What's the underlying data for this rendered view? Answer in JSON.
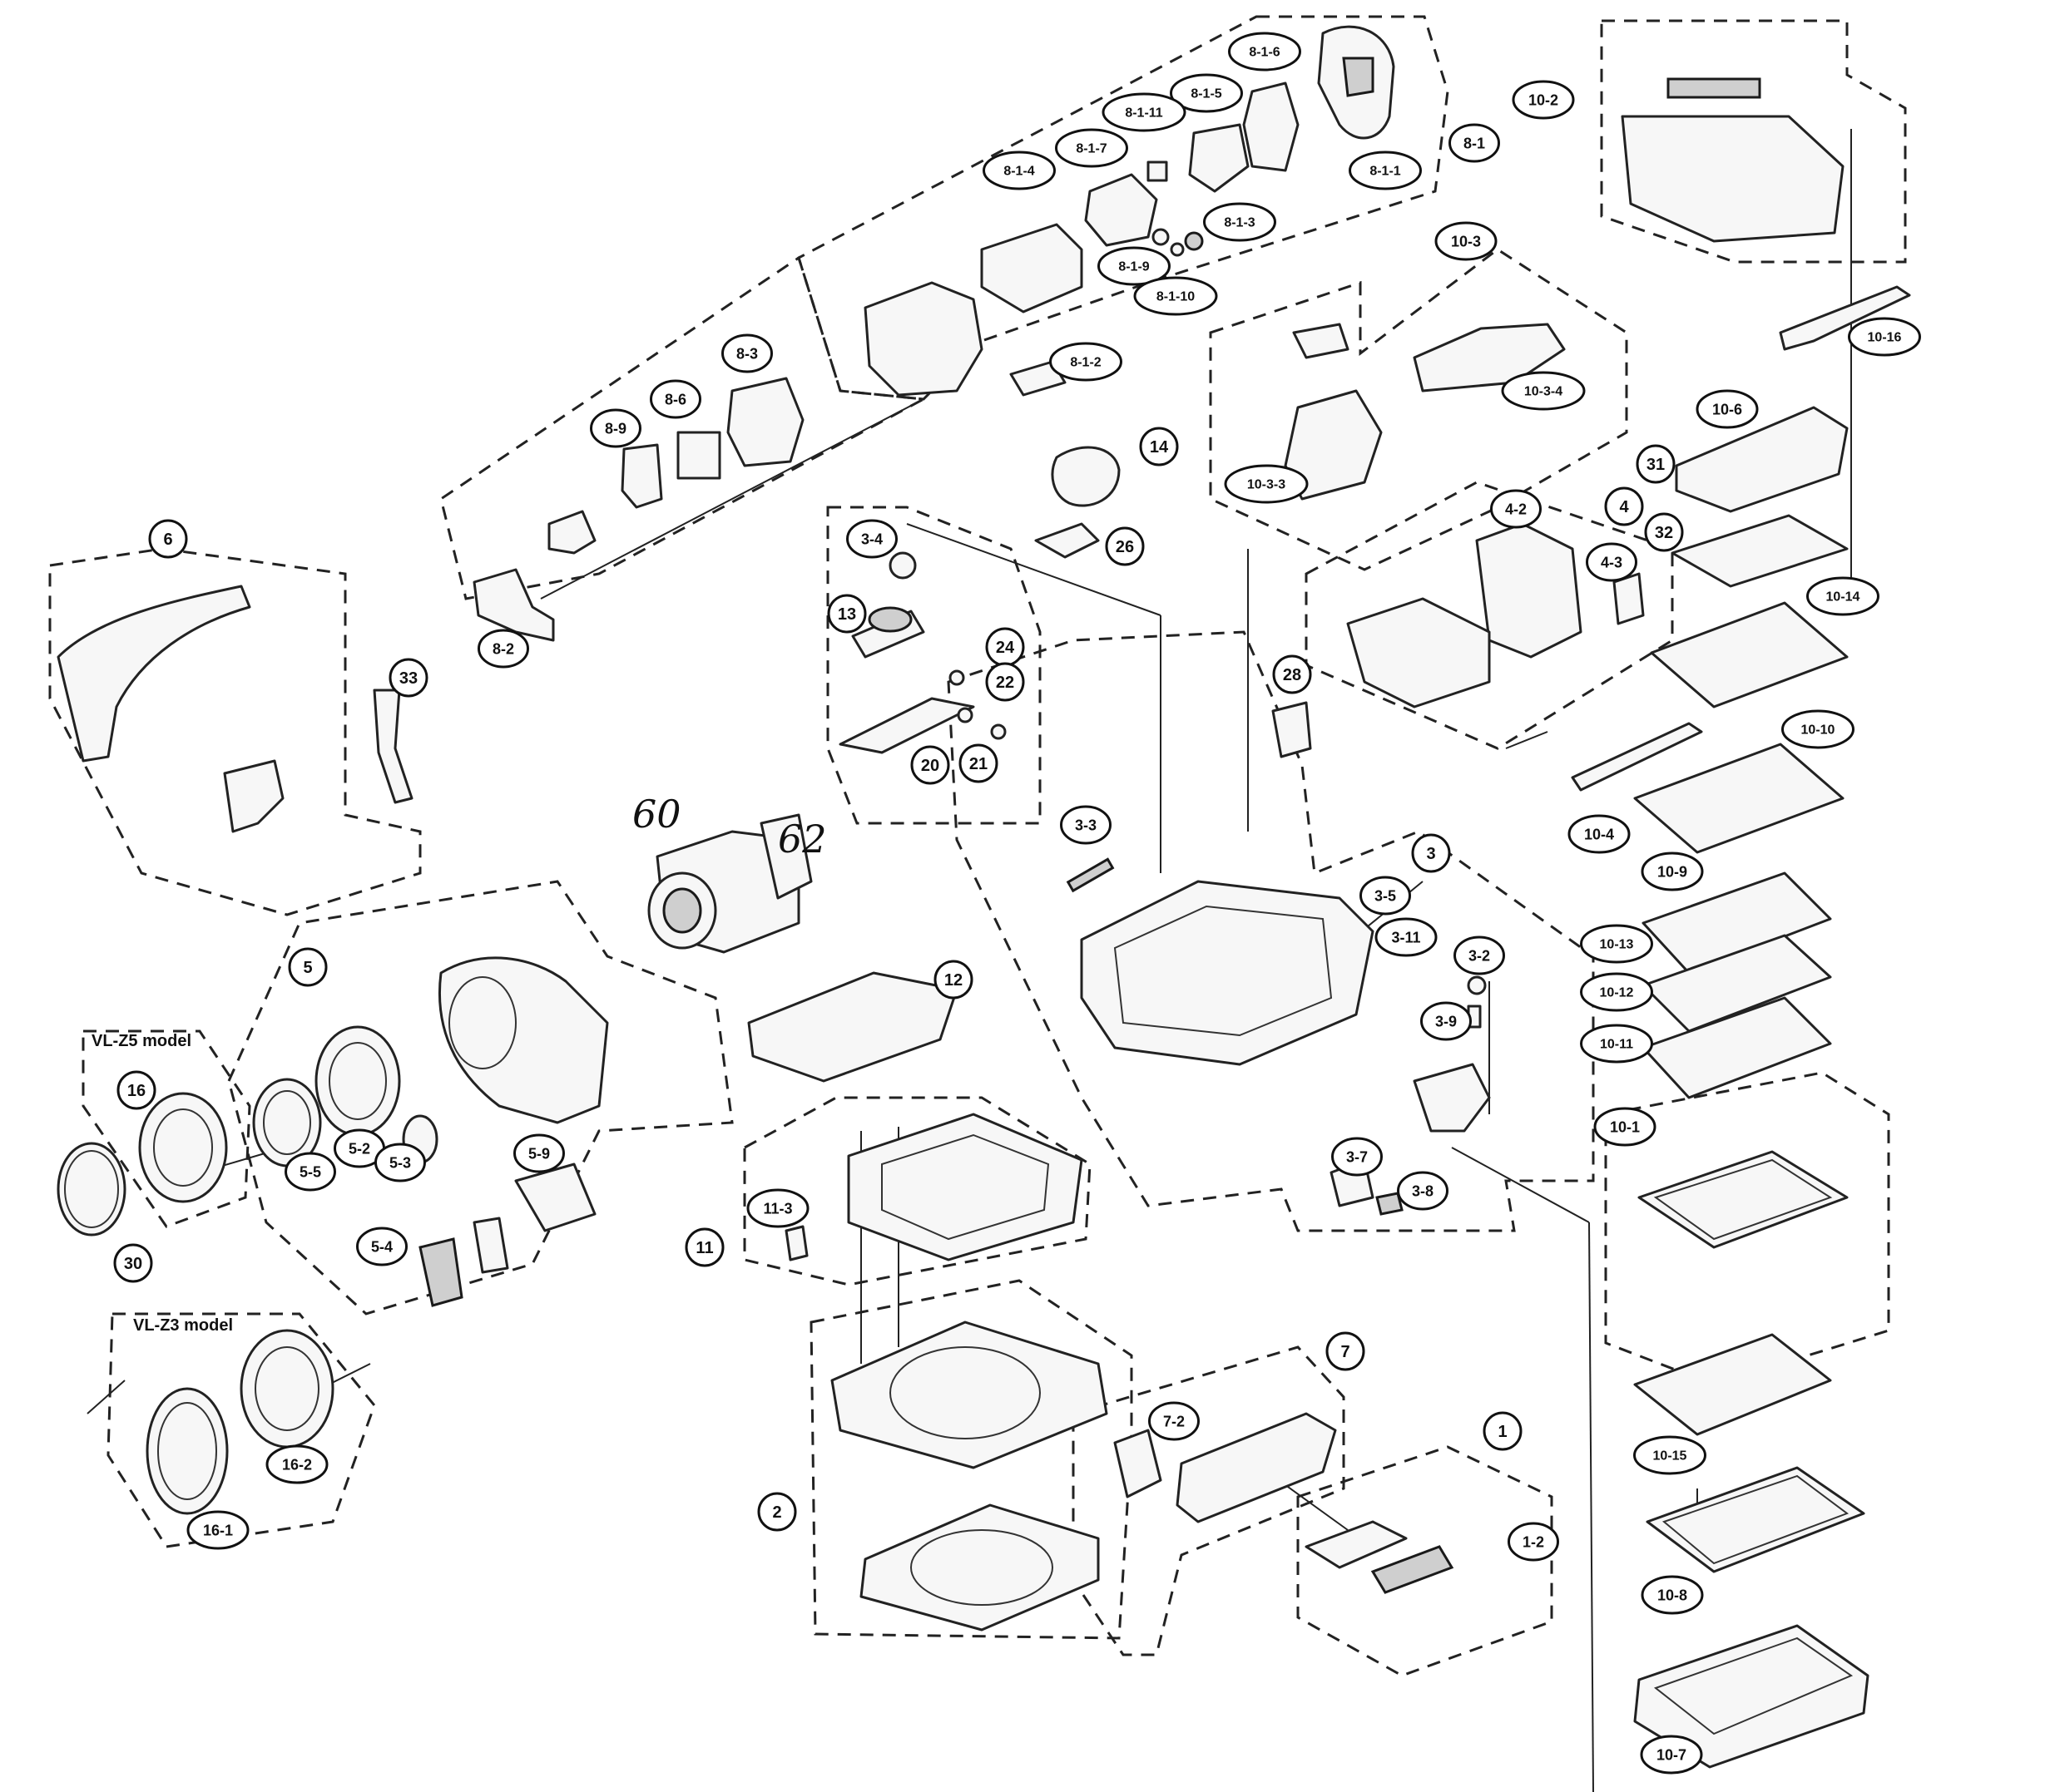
{
  "diagram": {
    "model_labels": {
      "vl_z5": "VL-Z5 model",
      "vl_z3": "VL-Z3 model"
    },
    "handwritten": {
      "note_60": "60",
      "note_62": "62"
    },
    "callouts": [
      "8-1-6",
      "10-2",
      "8-1-5",
      "8-1-11",
      "8-1-7",
      "8-1-4",
      "8-1-1",
      "8-1",
      "8-1-3",
      "8-1-9",
      "8-1-10",
      "8-1-2",
      "8-3",
      "8-6",
      "8-9",
      "8-2",
      "14",
      "26",
      "10-3",
      "10-3-4",
      "10-3-3",
      "10-16",
      "10-6",
      "31",
      "32",
      "4",
      "4-2",
      "4-3",
      "3-4",
      "13",
      "24",
      "22",
      "20",
      "21",
      "6",
      "33",
      "28",
      "10-14",
      "10-10",
      "10-4",
      "10-9",
      "3-3",
      "3",
      "3-5",
      "3-11",
      "3-2",
      "3-9",
      "12",
      "5",
      "5-2",
      "5-3",
      "5-5",
      "5-9",
      "5-4",
      "16",
      "30",
      "11-3",
      "11",
      "3-7",
      "3-8",
      "10-13",
      "10-12",
      "10-11",
      "10-1",
      "7",
      "7-2",
      "1",
      "1-2",
      "2",
      "16-1",
      "16-2",
      "10-15",
      "10-8",
      "10-7"
    ]
  }
}
